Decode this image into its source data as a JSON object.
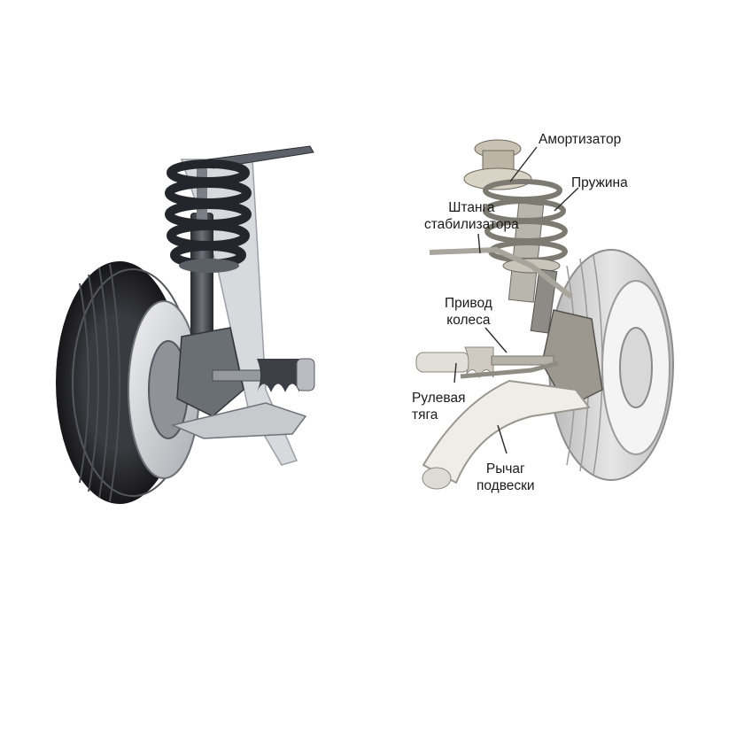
{
  "labels": {
    "shock_absorber": "Амортизатор",
    "spring": "Пружина",
    "stabilizer_bar": [
      "Штанга",
      "стабилизатора"
    ],
    "wheel_drive": [
      "Привод",
      "колеса"
    ],
    "tie_rod": [
      "Рулевая",
      "тяга"
    ],
    "control_arm": [
      "Рычаг",
      "подвески"
    ]
  },
  "colors": {
    "tire": "#2b2b2e",
    "tire_light": "#cfcfcf",
    "metal": "#8a8f96",
    "spring": "#2a2c33",
    "leader_line": "#2a2a2a"
  }
}
